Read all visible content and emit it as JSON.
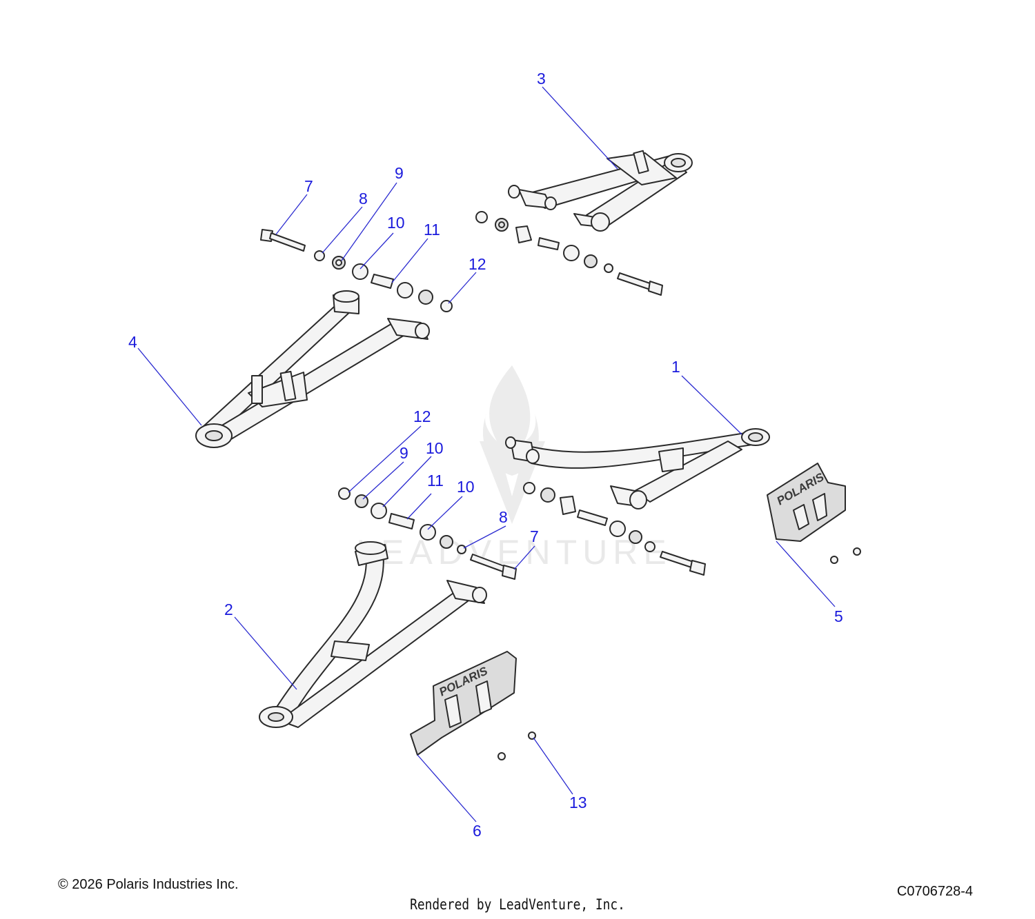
{
  "callouts": [
    {
      "label": "1"
    },
    {
      "label": "2"
    },
    {
      "label": "3"
    },
    {
      "label": "4"
    },
    {
      "label": "5"
    },
    {
      "label": "6"
    },
    {
      "label": "7"
    },
    {
      "label": "8"
    },
    {
      "label": "9"
    },
    {
      "label": "10"
    },
    {
      "label": "11"
    },
    {
      "label": "12"
    },
    {
      "label": "12"
    },
    {
      "label": "9"
    },
    {
      "label": "10"
    },
    {
      "label": "11"
    },
    {
      "label": "10"
    },
    {
      "label": "8"
    },
    {
      "label": "7"
    },
    {
      "label": "13"
    }
  ],
  "watermark": {
    "text": "LEADVENTURE"
  },
  "skid_plate_logo": "POLARIS",
  "footer": {
    "copyright": "© 2026 Polaris Industries Inc.",
    "diagram_code": "C0706728-4",
    "rendered_by": "Rendered by LeadVenture, Inc."
  },
  "colors": {
    "callout": "#1a1adc",
    "leader": "#2b2bd0",
    "part_outline": "#2a2a2a"
  }
}
